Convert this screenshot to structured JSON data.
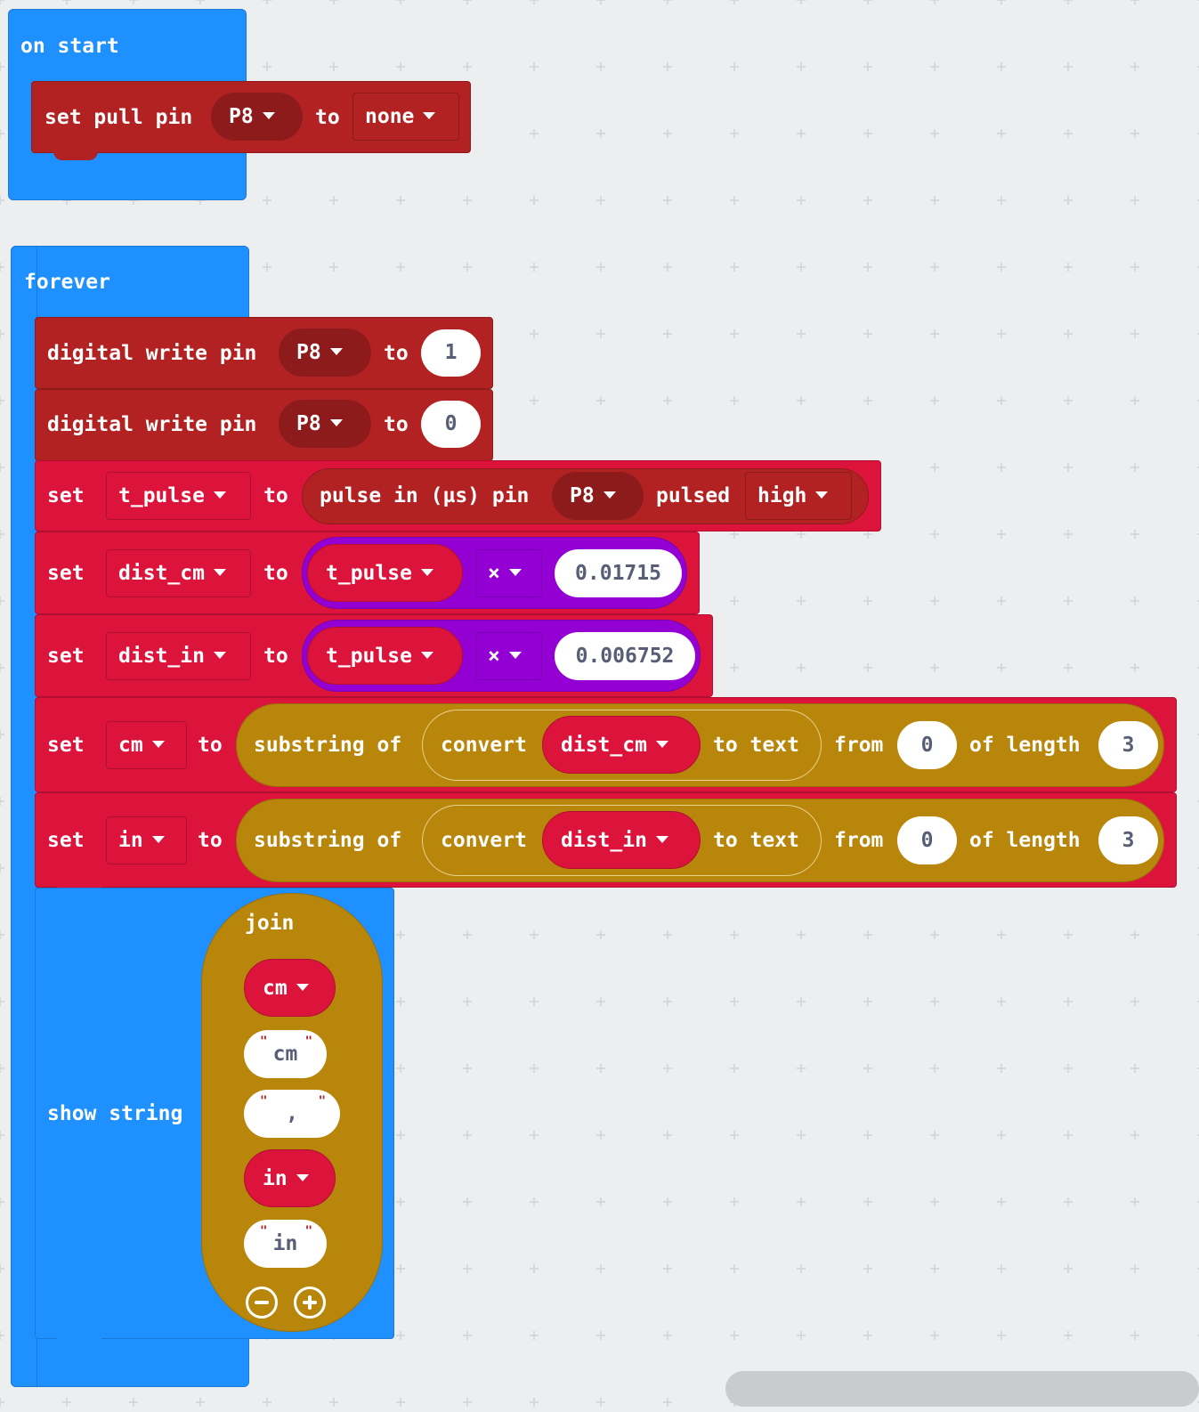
{
  "on_start": {
    "label": "on start",
    "set_pull": {
      "label": "set pull pin",
      "pin": "P8",
      "to": "to",
      "mode": "none"
    }
  },
  "forever": {
    "label": "forever",
    "dw1": {
      "label": "digital write pin",
      "pin": "P8",
      "to": "to",
      "value": "1"
    },
    "dw2": {
      "label": "digital write pin",
      "pin": "P8",
      "to": "to",
      "value": "0"
    },
    "set_t_pulse": {
      "set": "set",
      "var": "t_pulse",
      "to": "to",
      "pulse_label": "pulse in (µs) pin",
      "pin": "P8",
      "pulsed": "pulsed",
      "level": "high"
    },
    "set_dist_cm": {
      "set": "set",
      "var": "dist_cm",
      "to": "to",
      "operand": "t_pulse",
      "op": "×",
      "factor": "0.01715"
    },
    "set_dist_in": {
      "set": "set",
      "var": "dist_in",
      "to": "to",
      "operand": "t_pulse",
      "op": "×",
      "factor": "0.006752"
    },
    "set_cm": {
      "set": "set",
      "var": "cm",
      "to": "to",
      "substring": "substring of",
      "convert": "convert",
      "src": "dist_cm",
      "to_text": "to text",
      "from": "from",
      "from_val": "0",
      "of_length": "of length",
      "length_val": "3"
    },
    "set_in": {
      "set": "set",
      "var": "in",
      "to": "to",
      "substring": "substring of",
      "convert": "convert",
      "src": "dist_in",
      "to_text": "to text",
      "from": "from",
      "from_val": "0",
      "of_length": "of length",
      "length_val": "3"
    },
    "show_string": {
      "label": "show string",
      "join": "join",
      "items": [
        {
          "kind": "var",
          "value": "cm"
        },
        {
          "kind": "string",
          "value": "cm"
        },
        {
          "kind": "string",
          "value": ","
        },
        {
          "kind": "var",
          "value": "in"
        },
        {
          "kind": "string",
          "value": "in"
        }
      ]
    }
  },
  "colors": {
    "event": "#1e90ff",
    "pins": "#b22222",
    "variables": "#dc143c",
    "math": "#9400d3",
    "text": "#b8860b",
    "workspace": "#eceef0"
  },
  "icons": {
    "remove": "minus-circle-icon",
    "add": "plus-circle-icon",
    "dropdown": "caret-down-icon"
  }
}
